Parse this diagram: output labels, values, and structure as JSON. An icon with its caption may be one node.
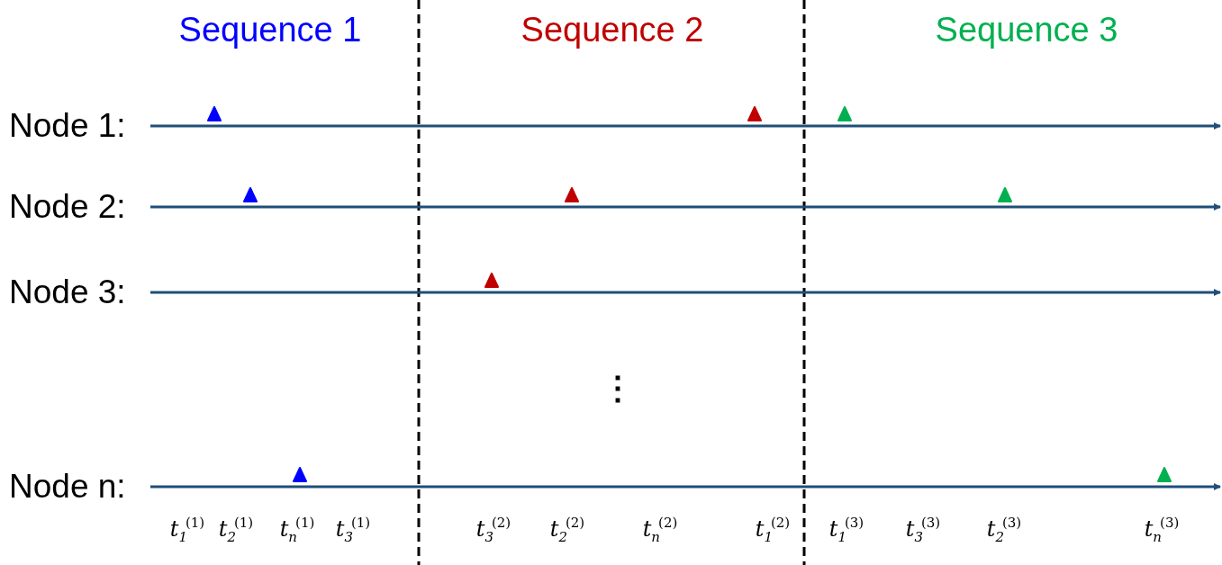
{
  "diagram": {
    "nodes": [
      {
        "text": [
          "Node 1:"
        ]
      },
      {
        "text": [
          "Node 2:"
        ]
      },
      {
        "text": [
          "Node 3:"
        ]
      },
      {
        "text": [
          "Node n:"
        ]
      }
    ],
    "edges": [
      {
        "from": 0,
        "to": null,
        "arrow": "to"
      },
      {
        "from": 1,
        "to": null,
        "arrow": "to"
      },
      {
        "from": 2,
        "to": null,
        "arrow": "to"
      },
      {
        "from": 3,
        "to": null,
        "arrow": "to"
      }
    ],
    "labels": [
      "Sequence 1",
      "Sequence 2",
      "Sequence 3",
      "⋮",
      "t$_{1}$$^{(1)}$",
      "t$_{2}$$^{(1)}$",
      "t$_{n}$$^{(1)}$",
      "t$_{3}$$^{(1)}$",
      "t$_{3}$$^{(2)}$",
      "t$_{2}$$^{(2)}$",
      "t$_{n}$$^{(2)}$",
      "t$_{1}$$^{(2)}$",
      "t$_{1}$$^{(3)}$",
      "t$_{3}$$^{(3)}$",
      "t$_{2}$$^{(3)}$",
      "t$_{n}$$^{(3)}$"
    ]
  }
}
